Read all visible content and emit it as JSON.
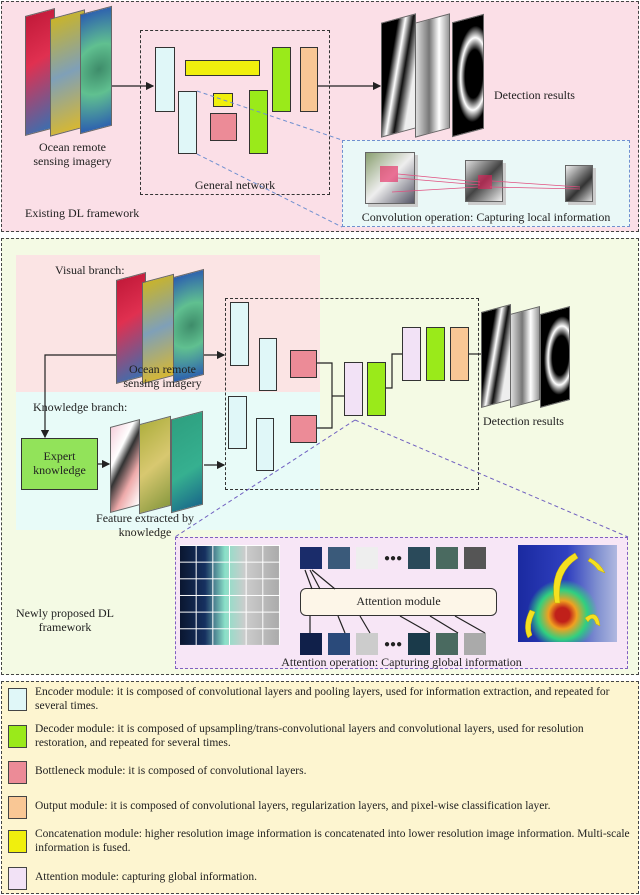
{
  "existing": {
    "framework_label": "Existing DL framework",
    "input_label": "Ocean remote sensing imagery",
    "network_label": "General network",
    "output_label": "Detection results",
    "conv_caption": "Convolution operation: Capturing local information"
  },
  "proposed": {
    "framework_label": "Newly proposed DL framework",
    "visual_branch_label": "Visual branch:",
    "knowledge_branch_label": "Knowledge branch:",
    "input_label": "Ocean remote sensing imagery",
    "expert_knowledge_label": "Expert knowledge",
    "feature_label": "Feature extracted by knowledge",
    "output_label": "Detection results",
    "attention_module_label": "Attention module",
    "attention_caption": "Attention operation: Capturing global information",
    "ellipsis": "●●●"
  },
  "legend": {
    "items": [
      {
        "module": "encoder",
        "color": "#e0f7f8",
        "text": "Encoder module: it is composed of convolutional layers and pooling layers, used for information extraction, and repeated for several times."
      },
      {
        "module": "decoder",
        "color": "#9aea1a",
        "text": "Decoder module: it is composed of upsampling/trans-convolutional layers and convolutional layers, used for resolution restoration, and repeated for several times."
      },
      {
        "module": "bottleneck",
        "color": "#ec8b97",
        "text": "Bottleneck module: it is composed of convolutional layers."
      },
      {
        "module": "output",
        "color": "#f9c795",
        "text": "Output module: it is composed of convolutional layers, regularization layers, and pixel-wise classification layer."
      },
      {
        "module": "concatenation",
        "color": "#f0ef0d",
        "text": "Concatenation module: higher resolution image information is concatenated into lower resolution image information. Multi-scale information is fused."
      },
      {
        "module": "attention",
        "color": "#f2e2f6",
        "text": "Attention module: capturing global information."
      }
    ]
  }
}
